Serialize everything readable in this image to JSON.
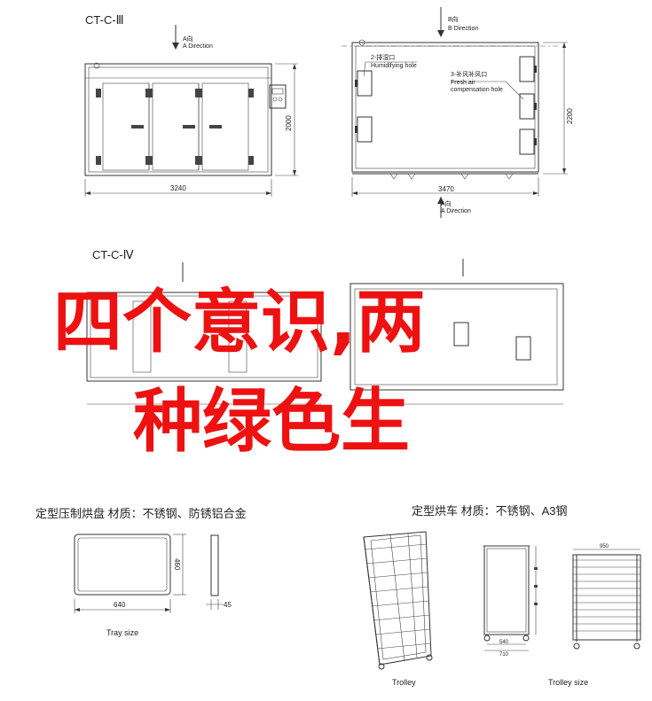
{
  "drawing1": {
    "title": "CT-C-Ⅲ",
    "dir_label": "A向",
    "dir_sub": "A Direction",
    "width_dim": "3240",
    "height_dim": "2000"
  },
  "drawing2": {
    "dir_top_label": "B向",
    "dir_top_sub": "B Direction",
    "callout_left_cn": "2-排湿口",
    "callout_left_en": "Humidifying hole",
    "callout_right_cn": "3-补风补风口",
    "callout_right_en1": "Fresh air",
    "callout_right_en2": "compensation hole",
    "width_dim": "3470",
    "height_dim": "2200",
    "dir_bottom_label": "A向",
    "dir_bottom_sub": "A Direction"
  },
  "drawing3": {
    "title": "CT-C-Ⅳ"
  },
  "overlay": {
    "line1": "四个意识,两",
    "line2": "种绿色生"
  },
  "tray": {
    "heading": "定型压制烘盘  材质：不锈钢、防锈铝合金",
    "width_dim": "640",
    "height_dim": "460",
    "thick_dim": "45",
    "caption": "Tray size"
  },
  "trolley": {
    "heading": "定型烘车  材质：不锈钢、A3钢",
    "caption_left": "Trolley",
    "caption_right": "Trolley size",
    "dim_a": "540",
    "dim_b": "710",
    "dim_c": "950"
  },
  "colors": {
    "overlay": "#ee1111",
    "line": "#333333"
  }
}
